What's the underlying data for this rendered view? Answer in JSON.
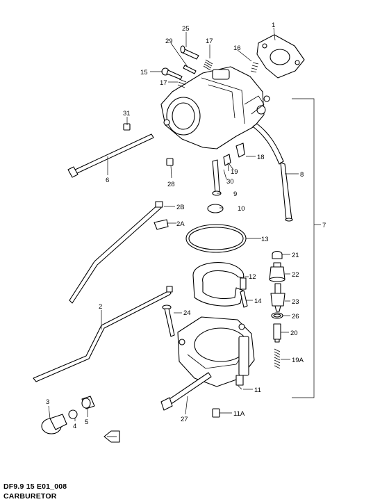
{
  "diagram": {
    "code": "DF9.9 15 E01_008",
    "title": "CARBURETOR",
    "callouts": {
      "p1": "1",
      "p2": "2",
      "p2a": "2A",
      "p2b": "2B",
      "p3": "3",
      "p4": "4",
      "p5": "5",
      "p6": "6",
      "p7": "7",
      "p8": "8",
      "p9": "9",
      "p10": "10",
      "p11": "11",
      "p11a": "11A",
      "p12": "12",
      "p13": "13",
      "p14": "14",
      "p15": "15",
      "p16": "16",
      "p17a": "17",
      "p17b": "17",
      "p18": "18",
      "p19": "19",
      "p19a": "19A",
      "p20": "20",
      "p21": "21",
      "p22": "22",
      "p23": "23",
      "p24": "24",
      "p25": "25",
      "p26": "26",
      "p27": "27",
      "p28": "28",
      "p29": "29",
      "p30": "30",
      "p31": "31"
    }
  }
}
